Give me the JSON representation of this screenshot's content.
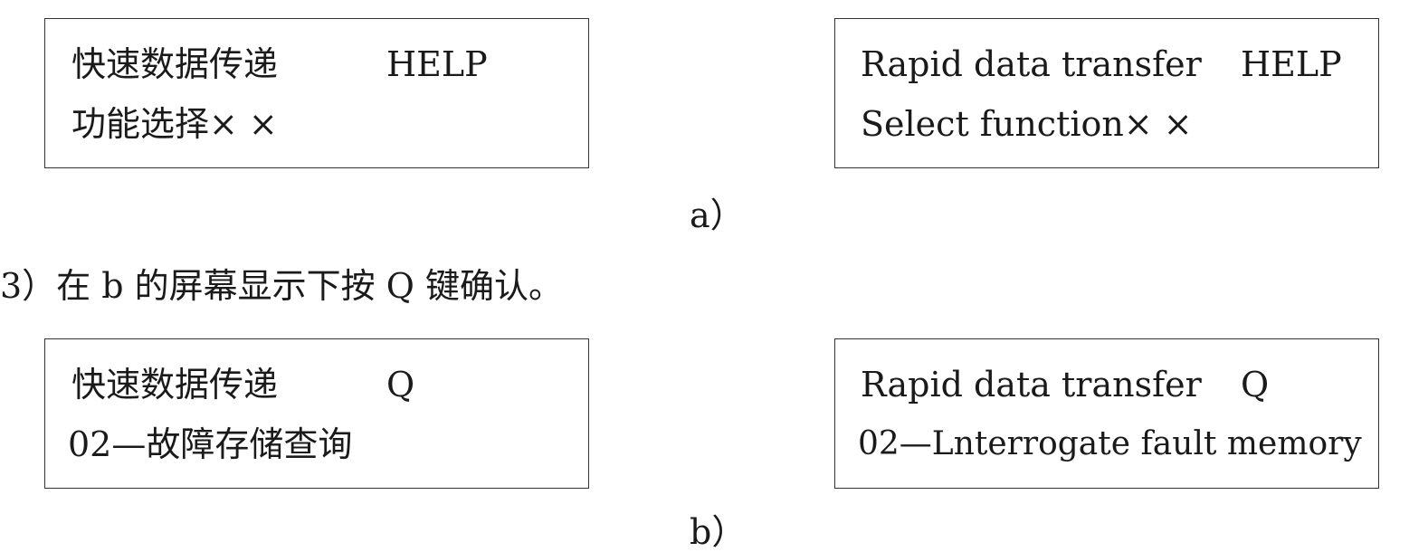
{
  "figure_a": {
    "left_screen": {
      "line1": "快速数据传递",
      "key": "HELP",
      "line2": "功能选择× ×"
    },
    "right_screen": {
      "line1": "Rapid data transfer",
      "key": "HELP",
      "line2": "Select function× ×"
    },
    "caption": "a）"
  },
  "step_text": "3）在 b 的屏幕显示下按 Q 键确认。",
  "figure_b": {
    "left_screen": {
      "line1": "快速数据传递",
      "key": "Q",
      "line2": "02—故障存储查询"
    },
    "right_screen": {
      "line1": "Rapid data transfer",
      "key": "Q",
      "line2": "02—Lnterrogate fault memory"
    },
    "caption": "b）"
  }
}
